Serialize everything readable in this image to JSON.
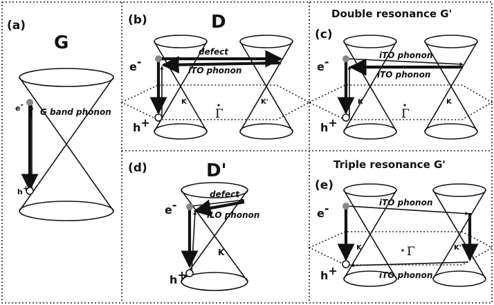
{
  "panels": {
    "a": {
      "tag": "(a)",
      "title": "G",
      "phonon": "G band phonon",
      "electron": "e",
      "hole": "h"
    },
    "b": {
      "tag": "(b)",
      "title": "D",
      "defect": "defect",
      "phonon": "iTO phonon",
      "k": "K",
      "kprime": "K'",
      "gamma": "Γ",
      "electron": "e",
      "hole": "h"
    },
    "c": {
      "tag": "(c)",
      "title": "Double resonance G'",
      "phonon_top": "iTO phonon",
      "phonon_bottom": "iTO phonon",
      "k": "K",
      "kprime": "K",
      "gamma": "Γ",
      "electron": "e",
      "hole": "h"
    },
    "d": {
      "tag": "(d)",
      "title": "D'",
      "defect": "defect",
      "phonon": "iLO phonon",
      "k": "K",
      "electron": "e",
      "hole": "h"
    },
    "e": {
      "tag": "(e)",
      "title": "Triple resonance G'",
      "phonon_top": "iTO phonon",
      "phonon_bottom": "iTO phonon",
      "k": "K",
      "kprime": "K'",
      "gamma": "Γ",
      "electron": "e",
      "hole": "h"
    }
  },
  "signs": {
    "minus": "-",
    "plus": "+"
  }
}
